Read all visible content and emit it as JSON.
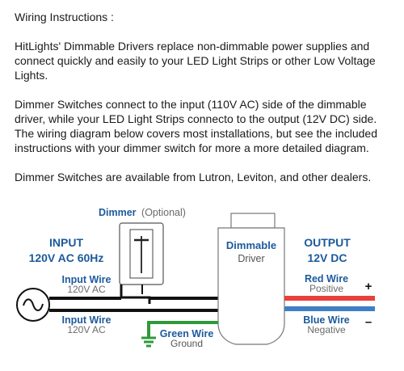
{
  "instructions": {
    "heading": "Wiring Instructions :",
    "para1": "HitLights' Dimmable Drivers replace non-dimmable power supplies and connect quickly and easily to your LED Light Strips or other Low Voltage Lights.",
    "para2": "Dimmer Switches connect to the input (110V AC) side of the dimmable driver, while your LED Light Strips connecto to the output (12V DC) side. The wiring diagram below covers most installations, but see the included instructions with your dimmer switch for more a more detailed diagram.",
    "para3": "Dimmer Switches are available from Lutron, Leviton, and other dealers."
  },
  "diagram": {
    "dimmer_label": "Dimmer",
    "dimmer_optional": "(Optional)",
    "input_title": "INPUT",
    "input_spec": "120V AC 60Hz",
    "input_wire_1": "Input Wire",
    "input_wire_1_spec": "120V AC",
    "input_wire_2": "Input Wire",
    "input_wire_2_spec": "120V AC",
    "driver_line1": "Dimmable",
    "driver_line2": "Driver",
    "output_title": "OUTPUT",
    "output_spec": "12V DC",
    "red_wire": "Red Wire",
    "red_wire_sub": "Positive",
    "blue_wire": "Blue Wire",
    "blue_wire_sub": "Negative",
    "green_wire": "Green Wire",
    "green_wire_sub": "Ground",
    "plus": "+",
    "minus": "–",
    "colors": {
      "label_blue": "#1c5a9c",
      "red_wire": "#e8403a",
      "blue_wire": "#3f7fc4",
      "green_wire": "#2f9a3a",
      "black_wire": "#111111"
    }
  }
}
